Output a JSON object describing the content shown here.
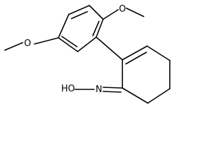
{
  "molecule": {
    "labels": {
      "methoxy_top_oxygen": "O",
      "methoxy_left_oxygen": "O",
      "oxime_group": "HO",
      "oxime_nitrogen": "N"
    }
  }
}
